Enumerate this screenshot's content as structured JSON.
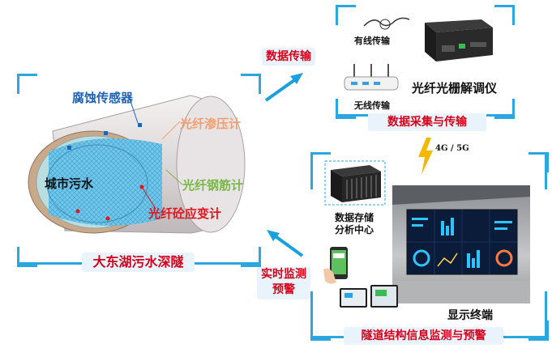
{
  "tunnel": {
    "title": "大东湖污水深隧",
    "water_label": "城市污水",
    "sensors": [
      {
        "label": "腐蚀传感器",
        "color": "#1f63b6"
      },
      {
        "label": "光纤渗压计",
        "color": "#f0a070"
      },
      {
        "label": "光纤钢筋计",
        "color": "#7ab648"
      },
      {
        "label": "光纤砼应变计",
        "color": "#e0161e"
      }
    ]
  },
  "flow": {
    "data_transmission": "数据传输",
    "realtime_warning": "实时监测\n预警",
    "network": "4G / 5G"
  },
  "acquisition": {
    "wired": "有线传输",
    "wireless": "无线传输",
    "demodulator": "光纤光栅解调仪",
    "caption": "数据采集与传输"
  },
  "monitoring": {
    "storage": "数据存储\n分析中心",
    "display": "显示终端",
    "caption": "隧道结构信息监测与预警"
  },
  "colors": {
    "frame": "#2aa6e0",
    "arrow": "#1aa0dc",
    "caption_bg": "#e8f3fb",
    "caption_text": "#d4001a"
  }
}
